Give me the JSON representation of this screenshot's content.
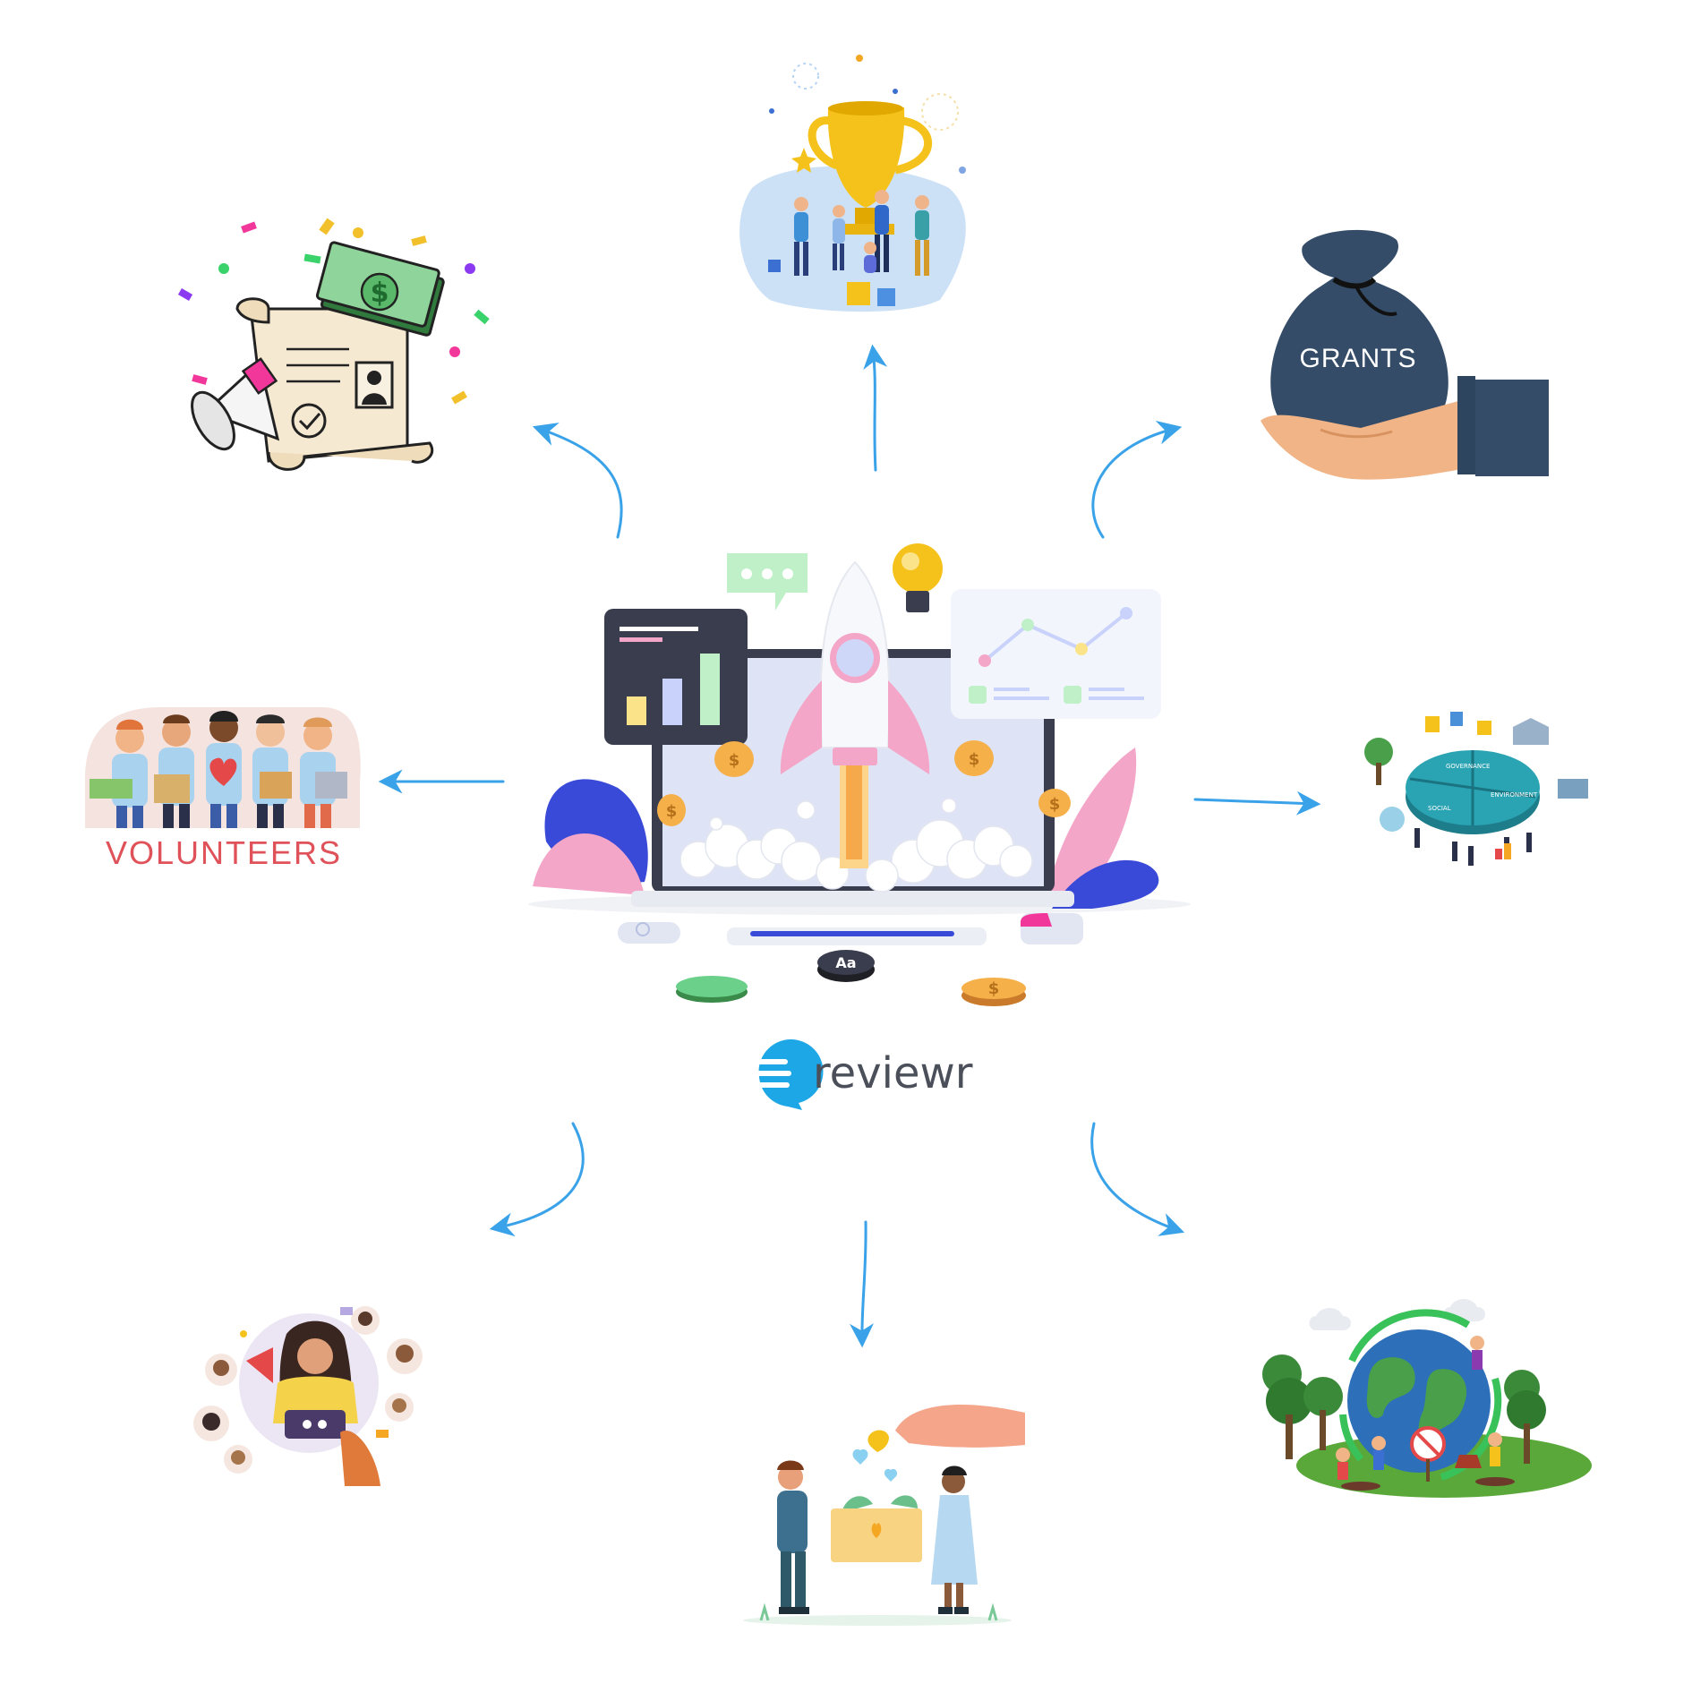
{
  "brand": {
    "name": "reviewr",
    "accent": "#1ea7e6"
  },
  "labels": {
    "grants": "GRANTS",
    "volunteers": "VOLUNTEERS",
    "keyboard_key": "Aa",
    "currency": "$"
  },
  "puzzle": {
    "governance": "GOVERNANCE",
    "environment": "ENVIRONMENT",
    "social": "SOCIAL"
  },
  "colors": {
    "arrow": "#3aa2e8",
    "trophy": "#f5c21b",
    "bag": "#344c68",
    "volunteers_text": "#e0525a",
    "rocket_pink": "#f4a6c8"
  },
  "icons": [
    "award-certificate-icon",
    "trophy-team-icon",
    "grants-bag-icon",
    "volunteers-icon",
    "esg-puzzle-icon",
    "influencer-network-icon",
    "donation-box-icon",
    "environment-earth-icon",
    "rocket-laptop-icon",
    "reviewr-logo-icon"
  ]
}
